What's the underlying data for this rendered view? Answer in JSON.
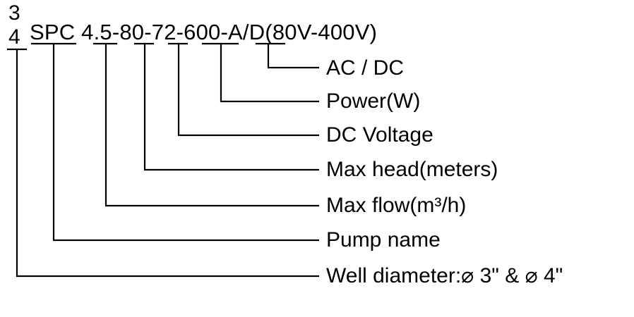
{
  "well_diameter_marks": {
    "top": "3",
    "bottom": "4"
  },
  "model_code": "SPC 4.5-80-72-600-A/D(80V-400V)",
  "labels": {
    "ac_dc": "AC / DC",
    "power": "Power(W)",
    "dc_voltage": "DC Voltage",
    "max_head": "Max head(meters)",
    "max_flow": "Max flow(m³/h)",
    "pump_name": "Pump name",
    "well_diameter": "Well diameter:⌀ 3\" & ⌀ 4\""
  }
}
